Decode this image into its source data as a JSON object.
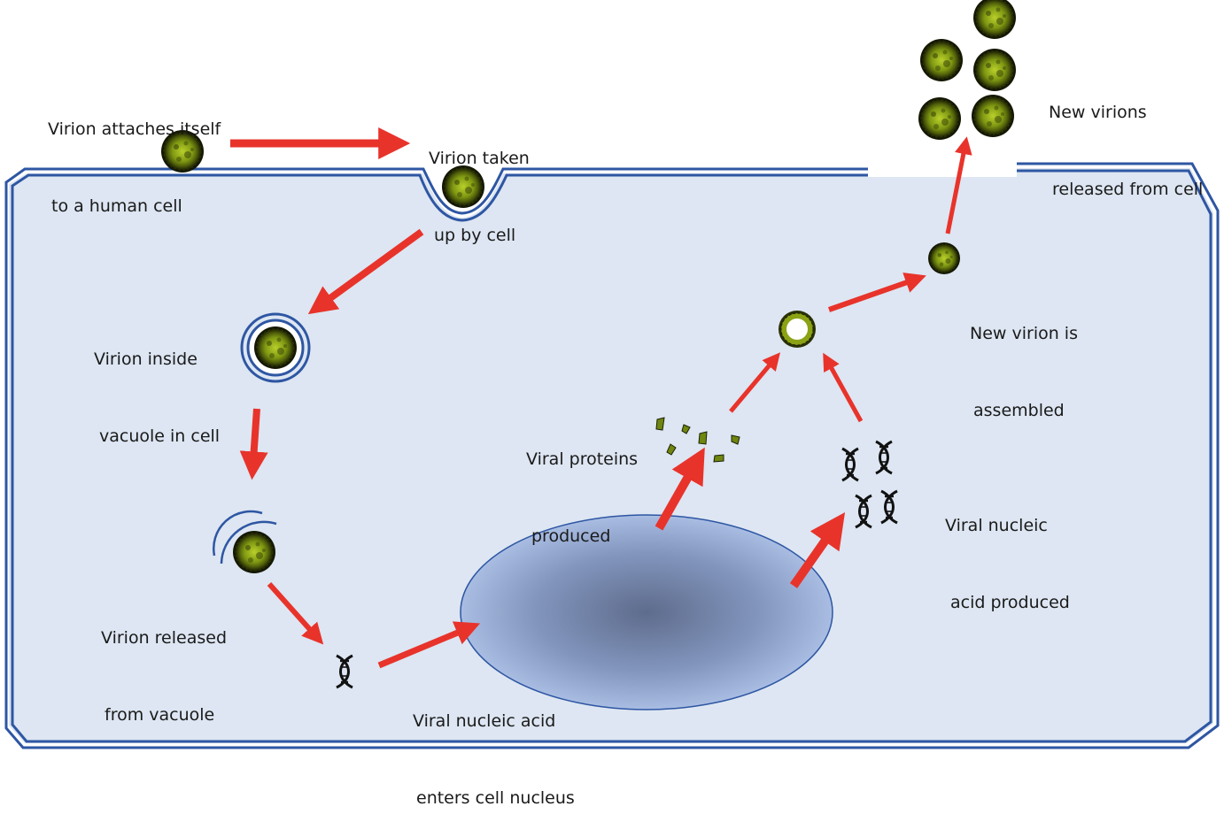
{
  "labels": {
    "attach": [
      "Virion attaches itself",
      "to a human cell"
    ],
    "taken_up": [
      "Virion taken",
      "up by cell"
    ],
    "vacuole": [
      "Virion inside",
      "vacuole in cell"
    ],
    "released_vacuole": [
      "Virion released",
      "from vacuole"
    ],
    "enters_nucleus": [
      "Viral nucleic acid",
      "enters cell nucleus"
    ],
    "proteins": [
      "Viral proteins",
      "produced"
    ],
    "nucleic_produced": [
      "Viral nucleic",
      "acid produced"
    ],
    "assembled": [
      "New virion is",
      "assembled"
    ],
    "new_virions": [
      "New virions",
      "released from cell"
    ]
  },
  "colors": {
    "cytoplasm": "#dde6f2",
    "membrane": "#2e56a3",
    "arrow": "#e8332b",
    "virion": "#8aa214",
    "virion_dark": "#1c2104",
    "nucleus_center": "#5e6c8c",
    "nucleus_edge": "#a9bde3"
  },
  "icons": [
    "virion-icon",
    "dna-icon",
    "protein-fragment-icon",
    "vacuole-icon",
    "nucleus-icon",
    "arrow-icon"
  ]
}
